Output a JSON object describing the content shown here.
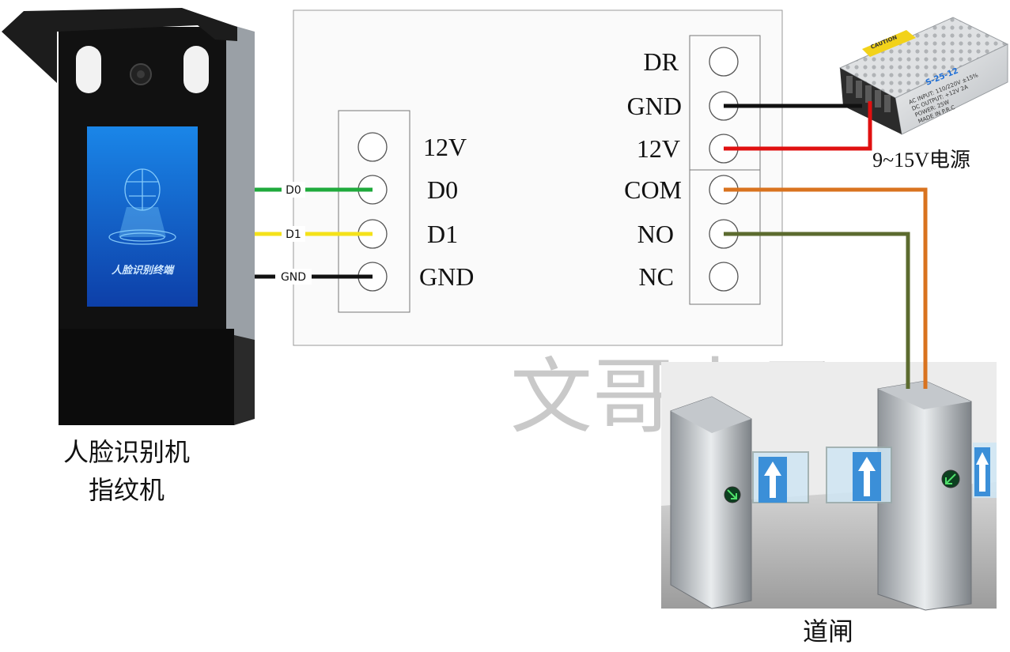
{
  "controller_left_terminals": [
    "12V",
    "D0",
    "D1",
    "GND"
  ],
  "controller_right_terminals_top": [
    "DR",
    "GND",
    "12V"
  ],
  "controller_right_terminals_bottom": [
    "COM",
    "NO",
    "NC"
  ],
  "wiegand_wires": [
    "D0",
    "D1",
    "GND"
  ],
  "device_caption": [
    "人脸识别机",
    "指纹机"
  ],
  "device_screen_text": "人脸识别终端",
  "power_supply_caption": "9~15V电源",
  "power_supply_model": "S-25-12",
  "power_supply_warning": "CAUTION",
  "power_supply_specs": [
    "AC INPUT: 110/220V ±15%",
    "DC OUTPUT: +12V 2A",
    "POWER: 25W",
    "MADE IN P.R.C"
  ],
  "turnstile_caption": "道闸",
  "watermark": "文哥电子",
  "colors": {
    "d0_wire": "#1faa3c",
    "d1_wire": "#f4e21a",
    "gnd_wire": "#111111",
    "power_pos_wire": "#e01010",
    "com_wire": "#d9731f",
    "no_wire": "#5c6b2f",
    "screen_blue": "#1f6fd6"
  }
}
